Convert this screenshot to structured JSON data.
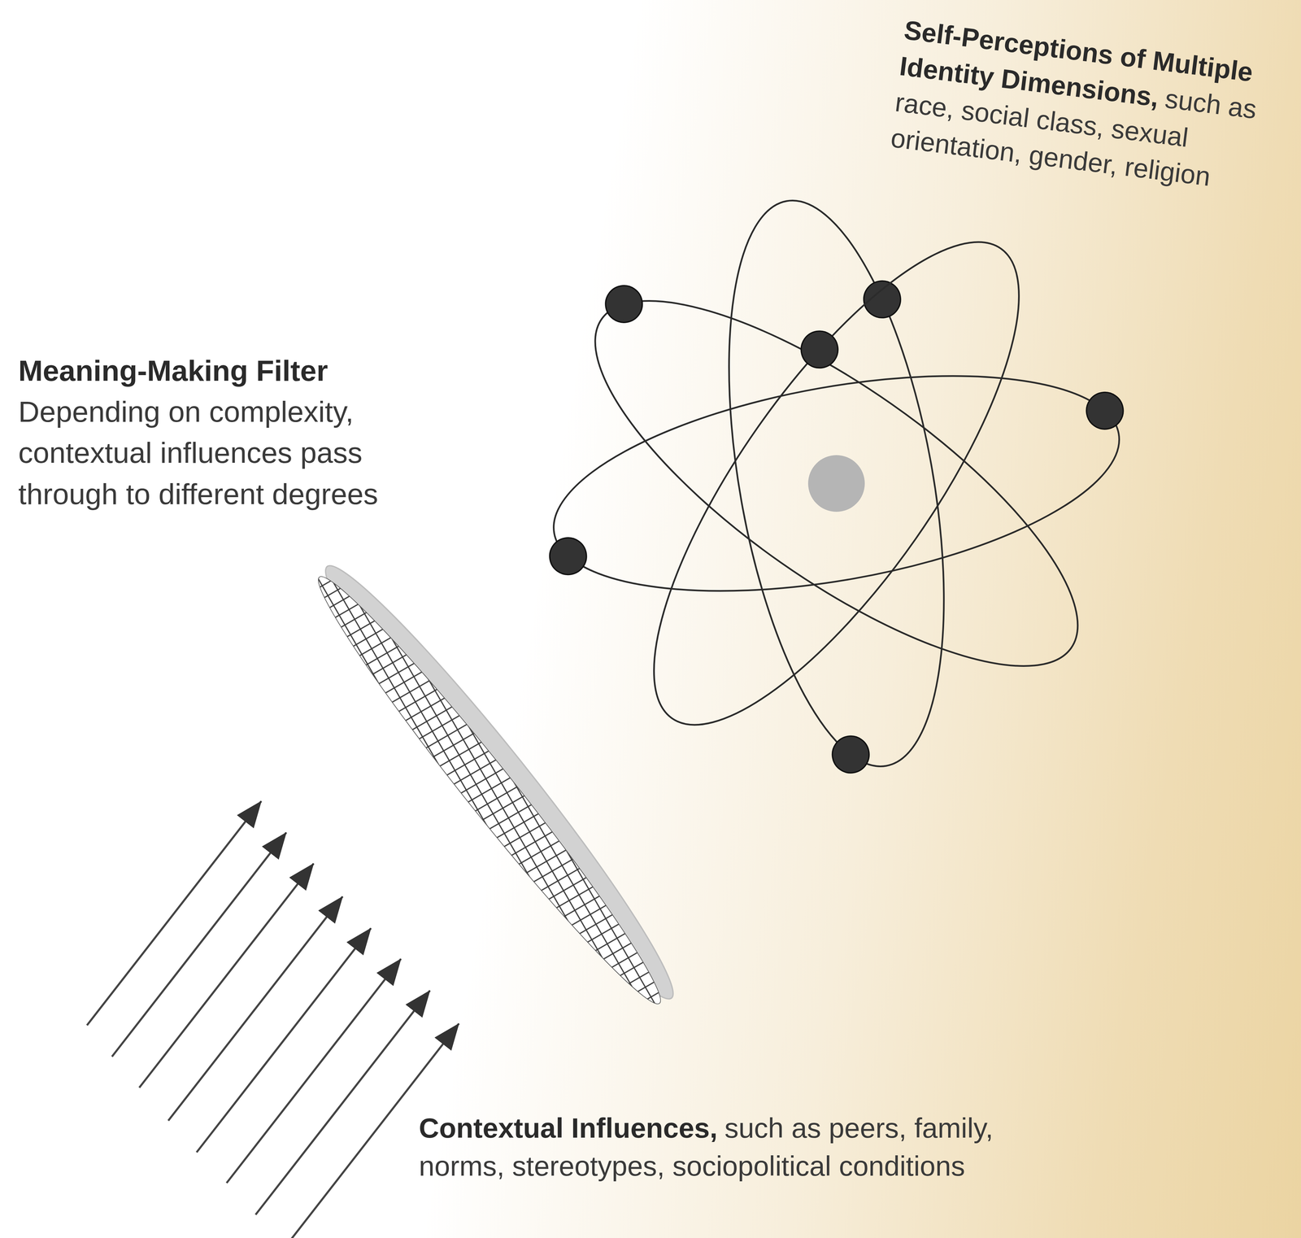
{
  "diagram": {
    "labels": [
      "Self-Perceptions of Multiple Identity Dimensions,",
      "such as race, social class, sexual orientation, gender, religion",
      "Meaning-Making Filter",
      "Depending on complexity, contextual influences pass through to different degrees",
      "Contextual Influences,",
      "such as peers, family, norms, stereotypes, sociopolitical conditions"
    ]
  }
}
